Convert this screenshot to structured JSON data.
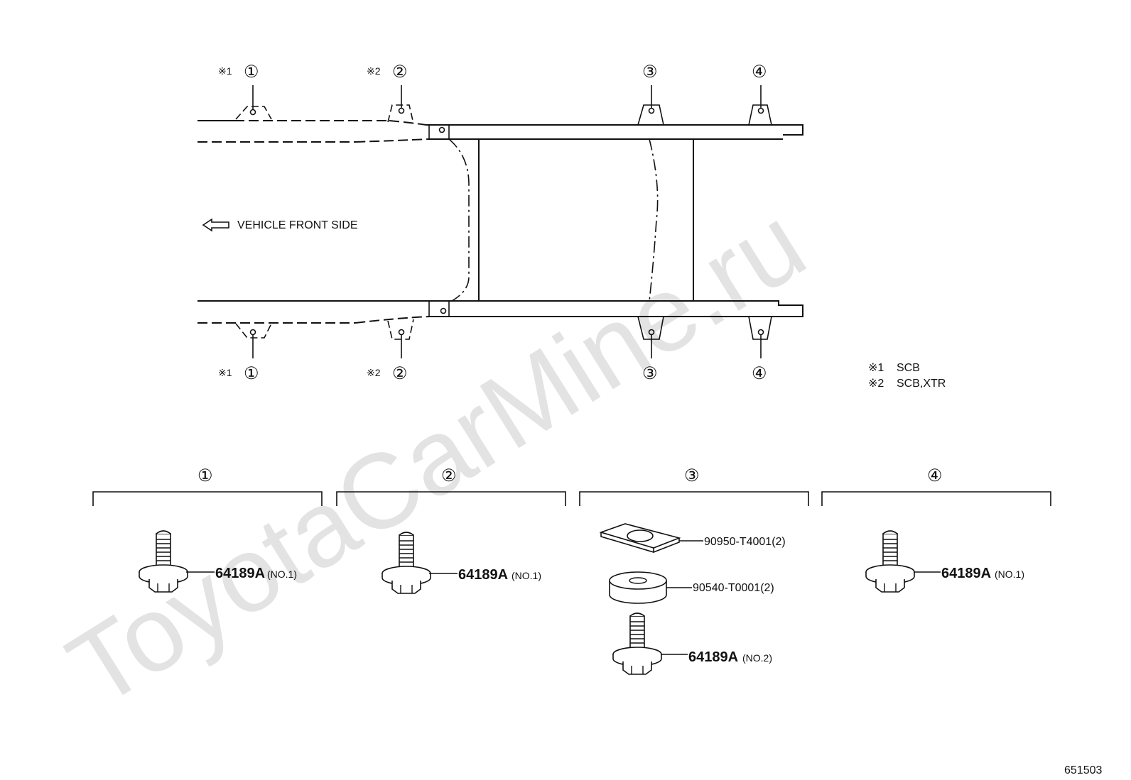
{
  "watermark": "ToyotaCarMine.ru",
  "direction_label": "VEHICLE FRONT SIDE",
  "callouts": {
    "c1_mark": "※1",
    "c1_num": "①",
    "c2_mark": "※2",
    "c2_num": "②",
    "c3_num": "③",
    "c4_num": "④"
  },
  "notes": [
    {
      "mark": "※1",
      "text": "SCB"
    },
    {
      "mark": "※2",
      "text": "SCB,XTR"
    }
  ],
  "groups": [
    {
      "num": "①"
    },
    {
      "num": "②"
    },
    {
      "num": "③"
    },
    {
      "num": "④"
    }
  ],
  "parts": {
    "g1_bolt": {
      "number": "64189A",
      "note": "(NO.1)"
    },
    "g2_bolt": {
      "number": "64189A",
      "note": "(NO.1)"
    },
    "g3_plate": {
      "number": "90950-T4001(2)"
    },
    "g3_cushion": {
      "number": "90540-T0001(2)"
    },
    "g3_bolt": {
      "number": "64189A",
      "note": "(NO.2)"
    },
    "g4_bolt": {
      "number": "64189A",
      "note": "(NO.1)"
    }
  },
  "illustration_id": "651503",
  "icons": [
    "arrow-left-icon",
    "bolt-icon",
    "square-washer-icon",
    "cushion-icon"
  ]
}
